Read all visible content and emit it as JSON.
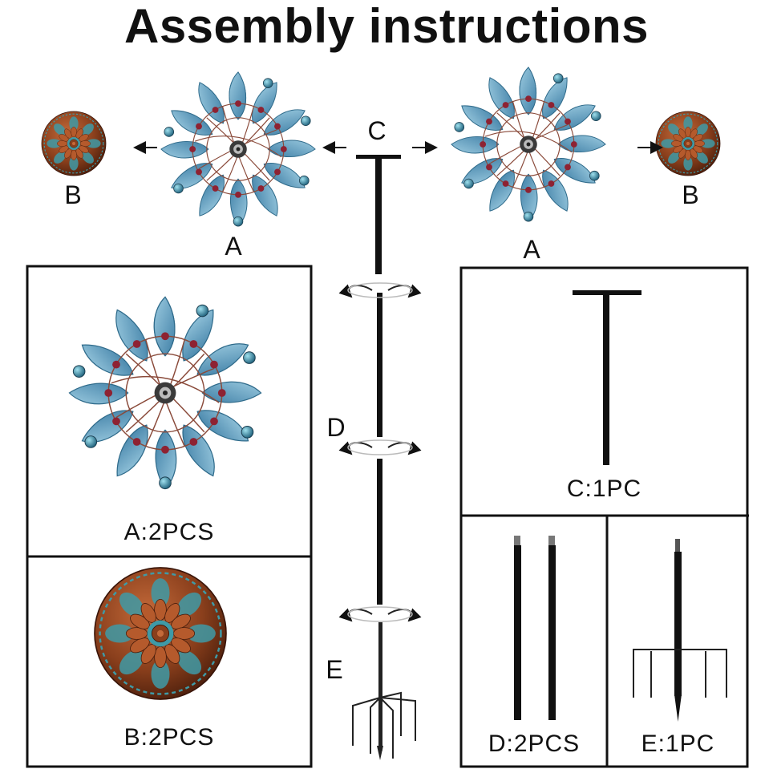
{
  "title": "Assembly instructions",
  "labels": {
    "b_left": "B",
    "a_left": "A",
    "c_top": "C",
    "a_right": "A",
    "b_right": "B",
    "d_mid": "D",
    "e_mid": "E"
  },
  "captions": {
    "pinwheel": "A:2PCS",
    "ornament": "B:2PCS",
    "t_top": "C:1PC",
    "poles": "D:2PCS",
    "stake": "E:1PC"
  },
  "colors": {
    "petal_blue": "#5b9bbd",
    "petal_light": "#8cc0da",
    "wire_copper": "#8a4a3a",
    "bead_red": "#8e2232",
    "bronze": "#8a3f1c",
    "patina": "#3f9aa6",
    "pole_black": "#111111"
  }
}
